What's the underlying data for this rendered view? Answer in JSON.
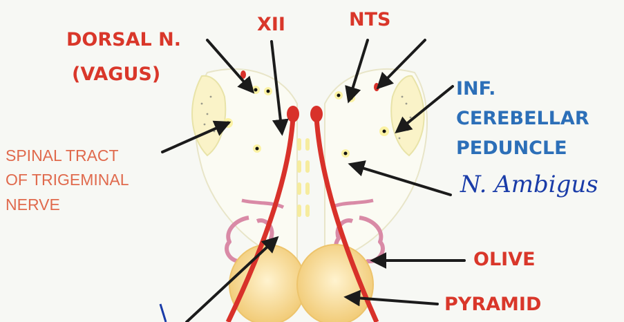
{
  "labels": {
    "dorsal_n": "DORSAL N.",
    "vagus": "(VAGUS)",
    "xii": "XII",
    "nts": "NTS",
    "inf": "INF.",
    "cerebellar": "CEREBELLAR",
    "peduncle": "PEDUNCLE",
    "spinal_line1": "SPINAL TRACT",
    "spinal_line2": "OF TRIGEMINAL",
    "spinal_line3": "NERVE",
    "ambigus": "N. Ambigus",
    "olive": "OLIVE",
    "pyramid": "PYRAMID"
  },
  "colors": {
    "label_red": "#d9372a",
    "label_blue": "#2c6fb8",
    "handwriting_blue": "#1a3ca8",
    "medial_lemniscus_red": "#d8312a",
    "olive_pink": "#d98aa6",
    "pyramid_fill": "#f4d48a",
    "arrow": "#1b1b1b"
  }
}
